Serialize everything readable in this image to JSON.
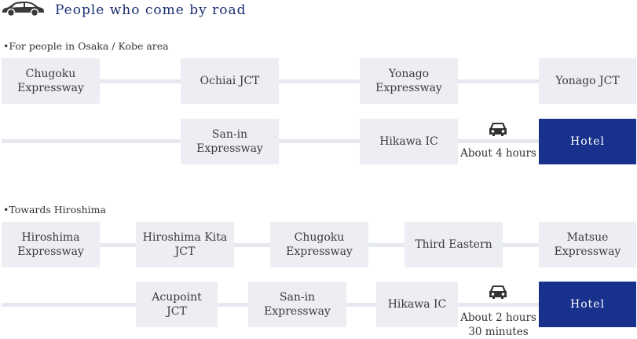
{
  "header": {
    "title": "People who come by road",
    "icon": "car-icon"
  },
  "osaka": {
    "label": "•For people in Osaka / Kobe area",
    "row1": [
      "Chugoku\nExpressway",
      "Ochiai JCT",
      "Yonago\nExpressway",
      "Yonago JCT"
    ],
    "row2": [
      "San-in\nExpressway",
      "Hikawa IC"
    ],
    "duration": "About 4 hours",
    "hotel": "Hotel"
  },
  "hiroshima": {
    "label": "•Towards Hiroshima",
    "row1": [
      "Hiroshima\nExpressway",
      "Hiroshima Kita\nJCT",
      "Chugoku\nExpressway",
      "Third Eastern",
      "Matsue\nExpressway"
    ],
    "row2": [
      "Acupoint\nJCT",
      "San-in\nExpressway",
      "Hikawa IC"
    ],
    "duration": "About 2 hours\n30 minutes",
    "hotel": "Hotel"
  },
  "colors": {
    "accent": "#17318c",
    "title": "#1b2f73",
    "box": "#eceef3",
    "connector": "#e6e9ef"
  }
}
